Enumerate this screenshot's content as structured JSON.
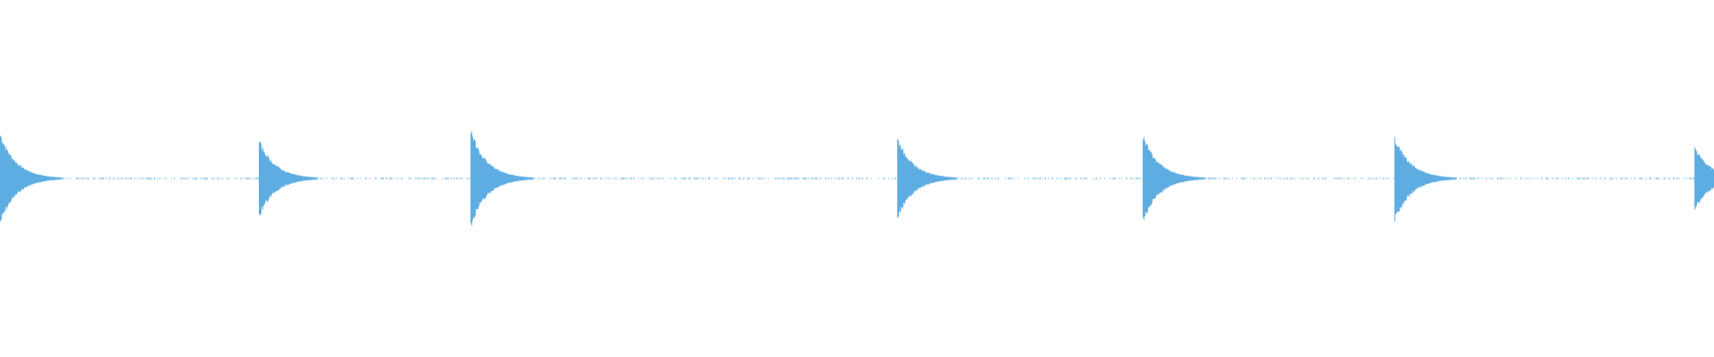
{
  "chart_data": {
    "type": "waveform",
    "title": "",
    "xlabel": "",
    "ylabel": "",
    "ylim": [
      -1,
      1
    ],
    "grid": false,
    "color": "#5dade2",
    "background": "#ffffff",
    "transient_peaks": [
      {
        "pos": 0.26,
        "neg": -0.26
      },
      {
        "pos": 0.22,
        "neg": -0.22
      },
      {
        "pos": 0.28,
        "neg": -0.28
      },
      {
        "pos": 0.23,
        "neg": -0.23
      },
      {
        "pos": 0.25,
        "neg": -0.25
      },
      {
        "pos": 0.24,
        "neg": -0.25
      },
      {
        "pos": 0.18,
        "neg": -0.18
      }
    ]
  }
}
